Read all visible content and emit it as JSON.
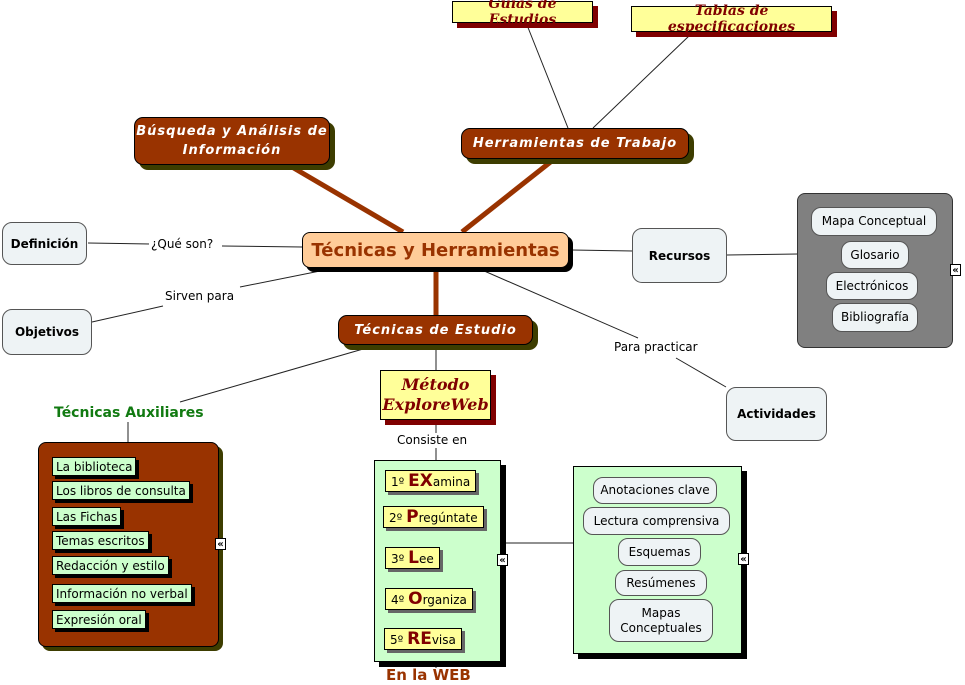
{
  "central": "Técnicas y Herramientas",
  "main_nodes": {
    "busqueda": "Búsqueda y Análisis de Información",
    "herramientas": "Herramientas de Trabajo",
    "tecnicas_estudio": "Técnicas de Estudio"
  },
  "herramientas_children": [
    "Guías de Estudios",
    "Tablas de especificaciones"
  ],
  "side_nodes": {
    "definicion": "Definición",
    "objetivos": "Objetivos",
    "recursos": "Recursos",
    "actividades": "Actividades"
  },
  "link_labels": {
    "que_son": "¿Qué son?",
    "sirven_para": "Sirven para",
    "para_practicar": "Para practicar",
    "consiste_en": "Consiste en"
  },
  "recursos_items": [
    "Mapa Conceptual",
    "Glosario",
    "Electrónicos",
    "Bibliografía"
  ],
  "tecnicas_auxiliares": {
    "title": "Técnicas Auxiliares",
    "items": [
      "La biblioteca",
      "Los libros de consulta",
      "Las Fichas",
      "Temas escritos",
      "Redacción y estilo",
      "Información no verbal",
      "Expresión oral"
    ]
  },
  "metodo": {
    "title_line1": "Método",
    "title_line2": "ExploreWeb",
    "steps": [
      {
        "num": "1º ",
        "key": "EX",
        "rest": "amina"
      },
      {
        "num": "2º ",
        "key": "P",
        "rest": "regúntate"
      },
      {
        "num": "3º ",
        "key": "L",
        "rest": "ee"
      },
      {
        "num": "4º ",
        "key": "O",
        "rest": "rganiza"
      },
      {
        "num": "5º ",
        "key": "RE",
        "rest": "visa"
      }
    ],
    "footer": "En la WEB"
  },
  "estrategias_items": [
    "Anotaciones clave",
    "Lectura comprensiva",
    "Esquemas",
    "Resúmenes",
    "Mapas Conceptuales"
  ],
  "collapse_glyph": "«",
  "colors": {
    "brown": "#993300",
    "central_fill": "#ffcc99",
    "yellow": "#ffff99",
    "green_fill": "#ccffcc",
    "grey_group": "#808080",
    "green_text": "#117a11"
  }
}
